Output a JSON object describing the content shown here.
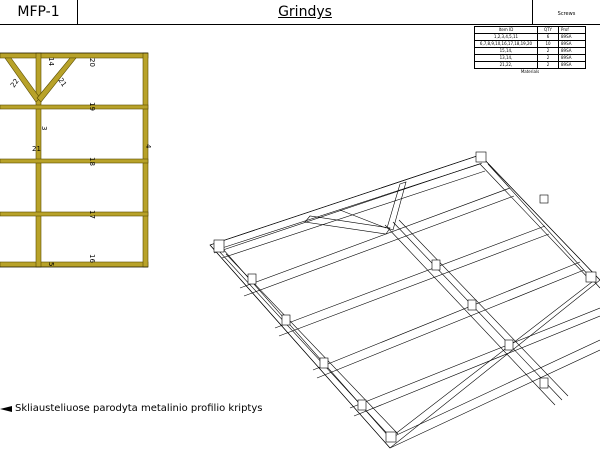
{
  "title_block": {
    "drawing_id": "MFP-1",
    "title": "Grindys",
    "right_label": "Screws"
  },
  "parts_table": {
    "headers": [
      "Item ID",
      "QTY",
      "Prof"
    ],
    "rows": [
      {
        "ids": "1,2,3,4,5,11",
        "qty": "6",
        "profile": "89SA"
      },
      {
        "ids": "6,7,8,9,10,16,17,18,19,20",
        "qty": "10",
        "profile": "89SA"
      },
      {
        "ids": "15,14,",
        "qty": "2",
        "profile": "89SA"
      },
      {
        "ids": "13,14,",
        "qty": "2",
        "profile": "89SA"
      },
      {
        "ids": "21,22,",
        "qty": "2",
        "profile": "89SA"
      }
    ],
    "caption": "Materials"
  },
  "plan_labels": [
    {
      "text": "14"
    },
    {
      "text": "20"
    },
    {
      "text": "22"
    },
    {
      "text": "21"
    },
    {
      "text": "19"
    },
    {
      "text": "3"
    },
    {
      "text": "21"
    },
    {
      "text": "4"
    },
    {
      "text": "18"
    },
    {
      "text": "17"
    },
    {
      "text": "16"
    },
    {
      "text": "5"
    }
  ],
  "legend": {
    "text": "Skliausteliuose parodyta metalinio profilio kriptys"
  },
  "colors": {
    "beam_fill": "#b8a229",
    "beam_stroke": "#5a4d00",
    "line": "#000000"
  }
}
